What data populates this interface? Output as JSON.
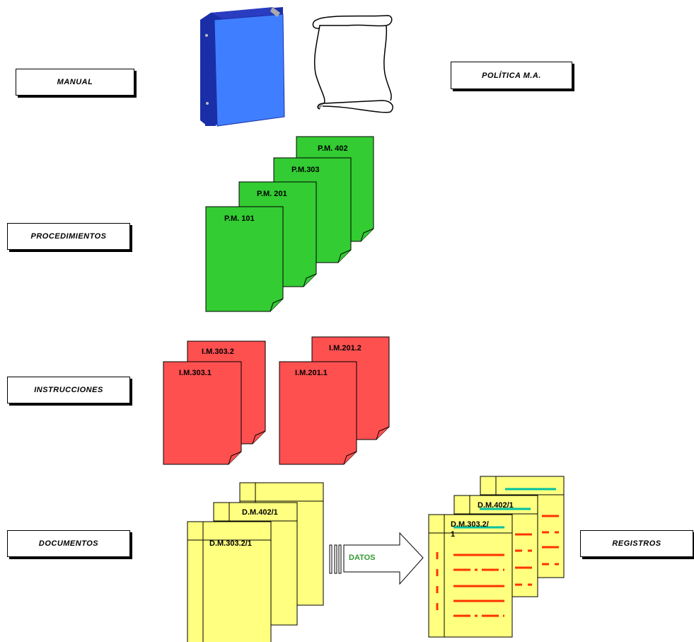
{
  "labels": {
    "manual": "MANUAL",
    "politica": "POLÍTICA M.A.",
    "procedimientos": "PROCEDIMIENTOS",
    "instrucciones": "INSTRUCCIONES",
    "documentos": "DOCUMENTOS",
    "registros": "REGISTROS"
  },
  "procedures": [
    "P.M. 402",
    "P.M.303",
    "P.M. 201",
    "P.M. 101"
  ],
  "instructions": {
    "group_left": [
      "I.M.303.2",
      "I.M.303.1"
    ],
    "group_right": [
      "I.M.201.2",
      "I.M.201.1"
    ]
  },
  "documents": [
    "D.M.402/1",
    "D.M.303.2/1"
  ],
  "records": [
    "D.M.402/1",
    "D.M.303.2/",
    "1"
  ],
  "arrow_label": "DATOS",
  "colors": {
    "procedure": "#33cc33",
    "instruction": "#ff5050",
    "document": "#ffff80",
    "binder": "#3f7fff",
    "binder_spine": "#1a2ea8",
    "record_line": "#ff3300",
    "record_accent": "#00c0a0",
    "datos_text": "#339933"
  },
  "icons": [
    "binder-icon",
    "scroll-icon"
  ]
}
